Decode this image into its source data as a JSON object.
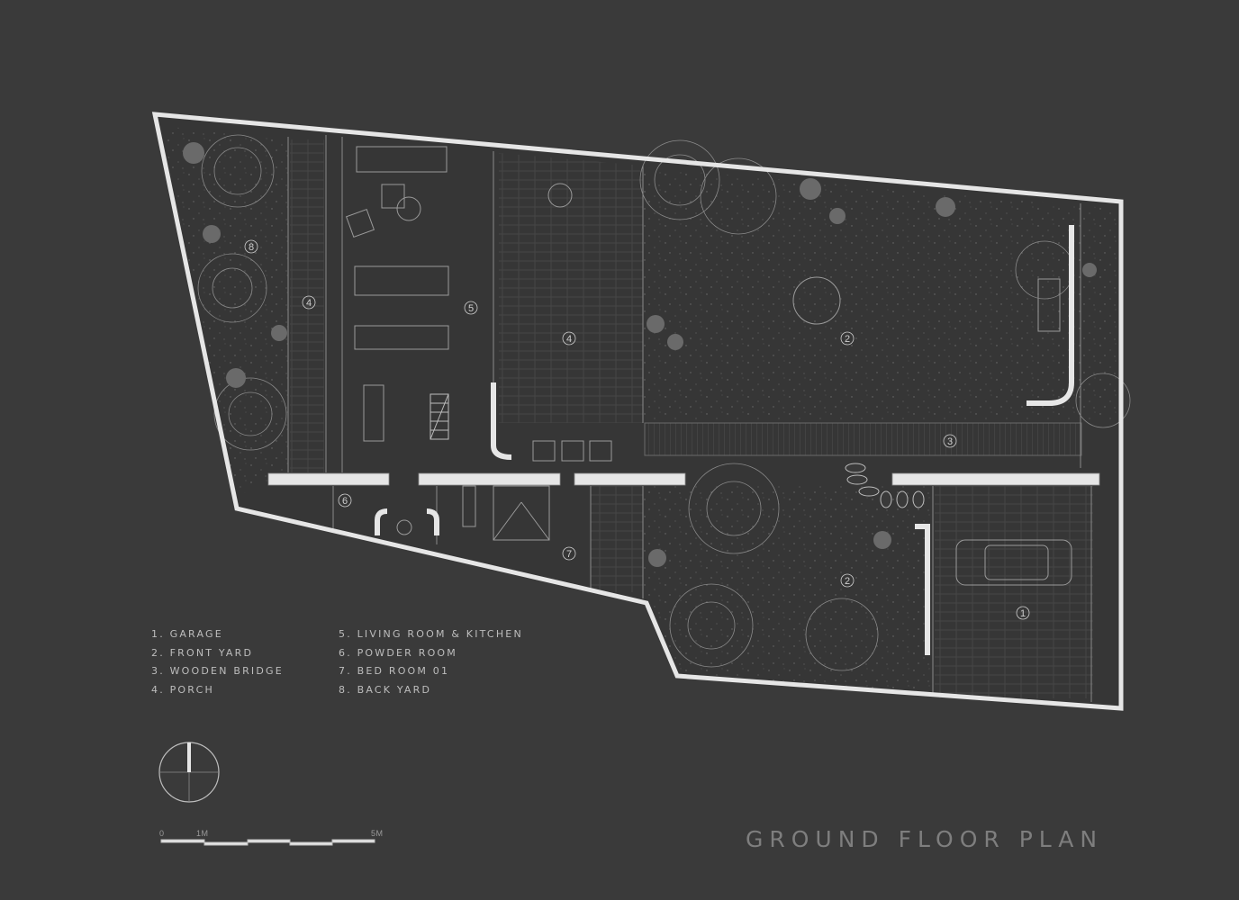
{
  "title": "GROUND FLOOR PLAN",
  "legend": [
    "1. GARAGE",
    "2. FRONT YARD",
    "3. WOODEN BRIDGE",
    "4. PORCH",
    "5. LIVING ROOM & KITCHEN",
    "6. POWDER ROOM",
    "7. BED ROOM 01",
    "8. BACK YARD"
  ],
  "zones": {
    "garage": "1",
    "front_yard_top": "2",
    "front_yard_bottom": "2",
    "wooden_bridge": "3",
    "porch_left": "4",
    "porch_right": "4",
    "living_room": "5",
    "powder_room": "6",
    "bed_room": "7",
    "back_yard": "8"
  },
  "scale_bar": {
    "zero": "0",
    "one": "1M",
    "five": "5M"
  },
  "colors": {
    "background": "#3a3a3a",
    "wall": "#e6e6e6",
    "line": "#8a8a8a",
    "text": "#bdbdbd",
    "title": "#7e7e7e"
  }
}
